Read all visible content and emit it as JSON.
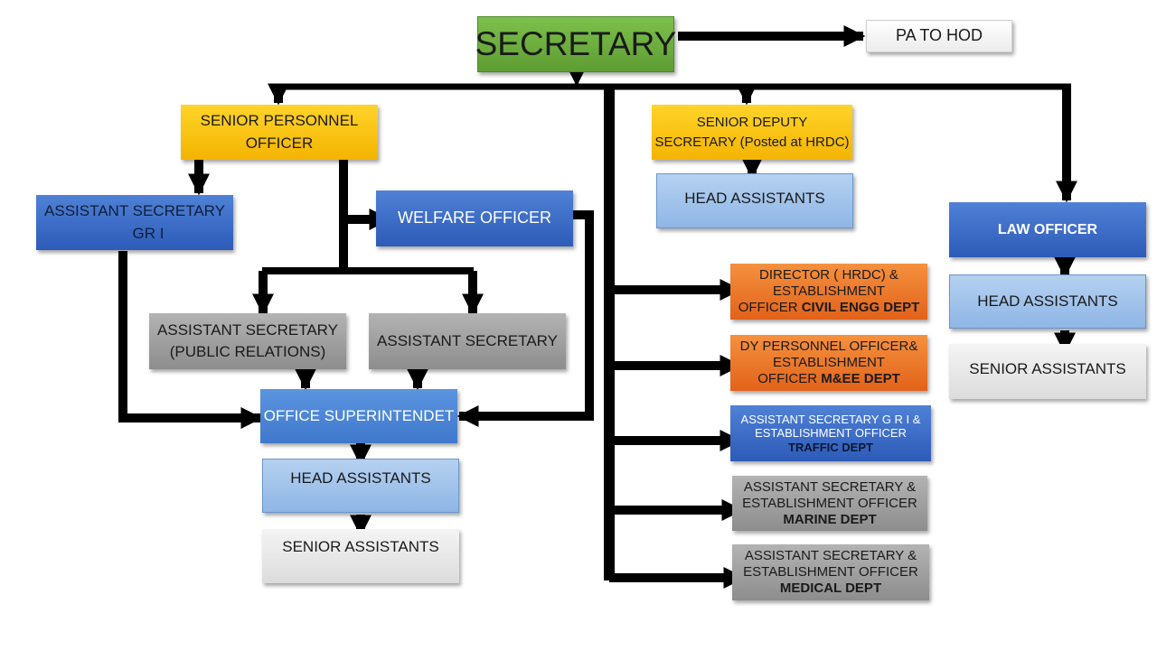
{
  "chart": {
    "secretary": "SECRETARY",
    "pa_to_hod": "PA TO HOD",
    "senior_personnel_officer": [
      "SENIOR PERSONNEL",
      "OFFICER"
    ],
    "assistant_secretary_gr1": [
      "ASSISTANT SECRETARY",
      "GR I"
    ],
    "welfare_officer": "WELFARE OFFICER",
    "assistant_secretary_pr": [
      "ASSISTANT SECRETARY",
      "(PUBLIC RELATIONS)"
    ],
    "assistant_secretary": "ASSISTANT SECRETARY",
    "office_superintendent": "OFFICE SUPERINTENDET",
    "head_assistants_left": "HEAD ASSISTANTS",
    "senior_assistants_left": "SENIOR ASSISTANTS",
    "senior_deputy_secretary": [
      "SENIOR DEPUTY",
      "SECRETARY (Posted at HRDC)"
    ],
    "head_assistants_mid": "HEAD ASSISTANTS",
    "director_hrdc": [
      "DIRECTOR ( HRDC) &",
      "ESTABLISHMENT",
      "OFFICER ",
      "CIVIL ENGG DEPT"
    ],
    "dy_personnel_officer": [
      "DY PERSONNEL OFFICER&",
      "ESTABLISHMENT",
      "OFFICER ",
      "M&EE DEPT"
    ],
    "asst_sec_traffic": [
      "ASSISTANT SECRETARY  G R I  &",
      "ESTABLISHMENT OFFICER",
      "TRAFFIC DEPT"
    ],
    "asst_sec_marine": [
      "ASSISTANT SECRETARY &",
      "ESTABLISHMENT OFFICER",
      "MARINE DEPT"
    ],
    "asst_sec_medical": [
      "ASSISTANT SECRETARY &",
      "ESTABLISHMENT OFFICER",
      "MEDICAL DEPT"
    ],
    "law_officer": "LAW OFFICER",
    "head_assistants_right": "HEAD ASSISTANTS",
    "senior_assistants_right": "SENIOR ASSISTANTS"
  },
  "colors": {
    "connector": "#000000",
    "green": "#6aac3f",
    "yellow": "#fcc10f",
    "blue": "#3a6cc8",
    "light_blue": "#a3c4ec",
    "gray": "#9e9e9e",
    "light_gray": "#e6e6e6",
    "orange": "#ec7a2c"
  }
}
